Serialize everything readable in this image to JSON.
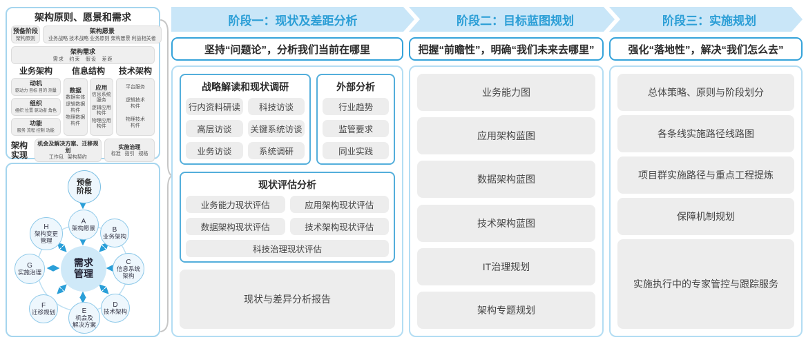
{
  "colors": {
    "accent_blue": "#2b9ed6",
    "band_background": "#c9e6f8",
    "subtitle_border": "#35a3da",
    "container_border": "#b3ddf3",
    "panel_border": "#a5d5ee",
    "gray_box": "#ededed",
    "node_fill": "#eef7fd",
    "center_node_fill": "#cfe9f8"
  },
  "left_panel": {
    "title": "架构原则、愿景和需求",
    "prep": {
      "title": "预备阶段",
      "sub": "架构原则"
    },
    "vision": {
      "title": "架构愿景",
      "sub": "业务战略 技术战略 业务原则 架构愿景 利益相关者"
    },
    "requirements": {
      "title": "架构需求",
      "sub": "需求 约束 假设 差距"
    },
    "business": {
      "title": "业务架构",
      "boxes": [
        {
          "t": "动机",
          "s": "驱动力 目标 目的 测量"
        },
        {
          "t": "组织",
          "s": "组织 位置 驱动者 角色"
        },
        {
          "t": "功能",
          "s": "服务 流程 控制 功能"
        }
      ]
    },
    "information": {
      "title": "信息结构",
      "data_col": {
        "t": "数据",
        "items": [
          "数据实体",
          "逻辑数据构件",
          "物理数据构件"
        ]
      },
      "app_col": {
        "t": "应用",
        "items": [
          "信息系统服务",
          "逻辑应用构件",
          "物理应用构件"
        ]
      }
    },
    "technology": {
      "title": "技术架构",
      "items": [
        "平台服务",
        "逻辑技术构件",
        "物理技术构件"
      ]
    },
    "implementation": {
      "label": "架构实现",
      "box1": {
        "t": "机会及解决方案、迁移规划",
        "s": "工作包 架构契约"
      },
      "box2": {
        "t": "实施治理",
        "s": "标准 指引 规格"
      }
    }
  },
  "adm": {
    "prep": {
      "l1": "预备",
      "l2": "阶段"
    },
    "center": {
      "l1": "需求",
      "l2": "管理"
    },
    "nodes": [
      {
        "l1": "A",
        "l2": "架构愿景"
      },
      {
        "l1": "B",
        "l2": "业务架构"
      },
      {
        "l1": "C",
        "l2": "信息系统",
        "l3": "架构"
      },
      {
        "l1": "D",
        "l2": "技术架构"
      },
      {
        "l1": "E",
        "l2": "机会及",
        "l3": "解决方案"
      },
      {
        "l1": "F",
        "l2": "迁移规划"
      },
      {
        "l1": "G",
        "l2": "实施治理"
      },
      {
        "l1": "H",
        "l2": "架构变更",
        "l3": "管理"
      }
    ]
  },
  "phases": [
    {
      "header": "阶段一：现状及差距分析",
      "subtitle": "坚持“问题论”，分析我们当前在哪里",
      "groups": [
        {
          "title": "战略解读和现状调研",
          "items": [
            "行内资料研读",
            "科技访谈",
            "高层访谈",
            "关键系统访谈",
            "业务访谈",
            "系统调研"
          ]
        },
        {
          "title": "外部分析",
          "items": [
            "行业趋势",
            "监管要求",
            "同业实践"
          ]
        },
        {
          "title": "现状评估分析",
          "items": [
            "业务能力现状评估",
            "应用架构现状评估",
            "数据架构现状评估",
            "技术架构现状评估",
            "科技治理现状评估"
          ]
        }
      ],
      "report": "现状与差异分析报告"
    },
    {
      "header": "阶段二：目标蓝图规划",
      "subtitle": "把握“前瞻性”，明确“我们未来去哪里”",
      "items": [
        "业务能力图",
        "应用架构蓝图",
        "数据架构蓝图",
        "技术架构蓝图",
        "IT治理规划",
        "架构专题规划"
      ]
    },
    {
      "header": "阶段三：实施规划",
      "subtitle": "强化“落地性”，解决“我们怎么去”",
      "items": [
        "总体策略、原则与阶段划分",
        "各条线实施路径线路图",
        "项目群实施路径与重点工程提炼",
        "保障机制规划",
        "实施执行中的专家管控与跟踪服务"
      ]
    }
  ]
}
